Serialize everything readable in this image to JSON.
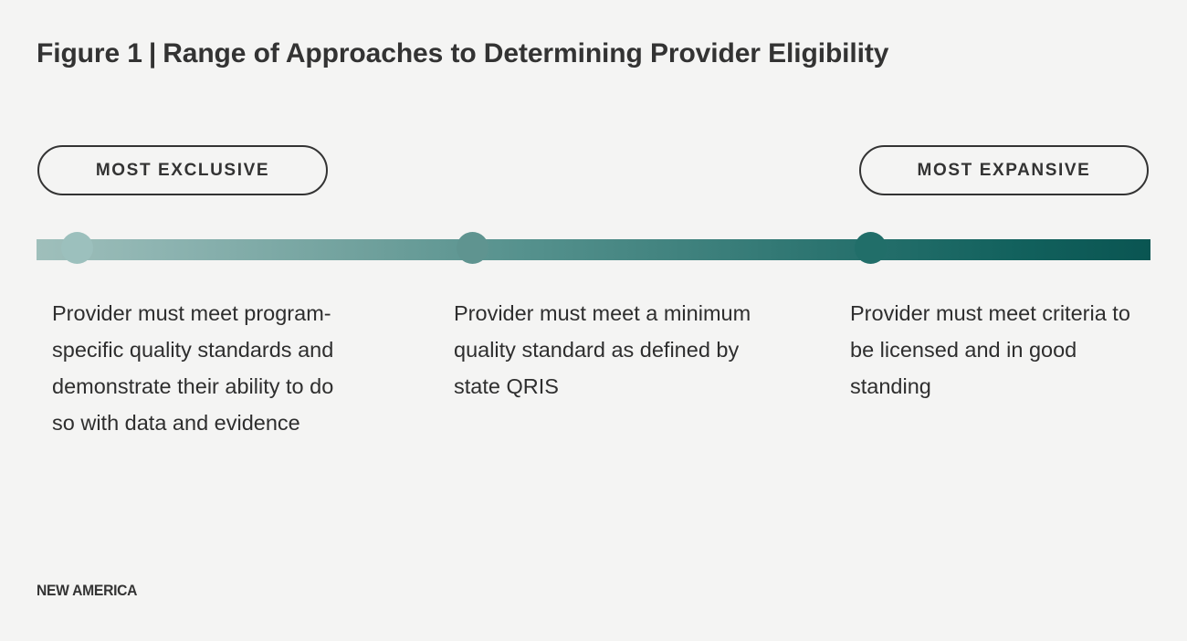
{
  "background_color": "#f4f4f3",
  "title": {
    "figure_label": "Figure 1",
    "separator": "|",
    "text": "Range of Approaches to Determining Provider Eligibility",
    "color": "#333333"
  },
  "scale": {
    "left_pill_label": "MOST EXCLUSIVE",
    "right_pill_label": "MOST EXPANSIVE",
    "gradient_start_color": "#9fbfbb",
    "gradient_mid_color": "#55918d",
    "gradient_end_color": "#0a5552",
    "points": [
      {
        "dot_color": "#9cc0bd",
        "description": "Provider must meet program-specific quality standards and demonstrate their ability to do so with data and evidence"
      },
      {
        "dot_color": "#5f9490",
        "description": "Provider must meet a minimum quality standard as defined by state QRIS"
      },
      {
        "dot_color": "#216e69",
        "description": "Provider must meet criteria to be licensed and in good standing"
      }
    ]
  },
  "footer": {
    "logo_text": "NEW AMERICA"
  },
  "chart_data": {
    "type": "table",
    "title": "Figure 1 | Range of Approaches to Determining Provider Eligibility",
    "xlabel": "",
    "ylabel": "",
    "axis_endpoints": [
      "MOST EXCLUSIVE",
      "MOST EXPANSIVE"
    ],
    "categories": [
      "Program-specific quality standards with data and evidence",
      "Minimum quality standard defined by state QRIS",
      "Licensed and in good standing"
    ],
    "values": [
      0,
      50,
      75
    ],
    "annotations": [
      "Provider must meet program-specific quality standards and demonstrate their ability to do so with data and evidence",
      "Provider must meet a minimum quality standard as defined by state QRIS",
      "Provider must meet criteria to be licensed and in good standing"
    ],
    "legend_position": "none",
    "grid": false
  }
}
